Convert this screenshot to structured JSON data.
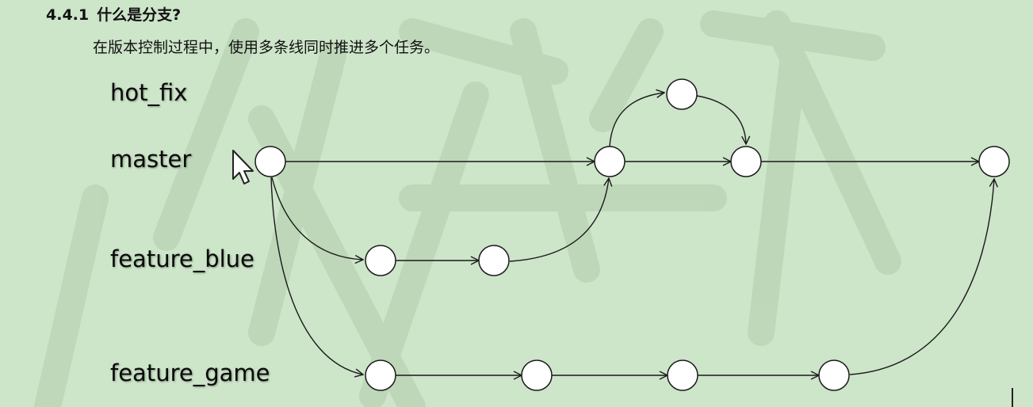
{
  "heading": {
    "number": "4.4.1",
    "title": "什么是分支?"
  },
  "description": "在版本控制过程中，使用多条线同时推进多个任务。",
  "branches": [
    {
      "id": "hot_fix",
      "label": "hot_fix"
    },
    {
      "id": "master",
      "label": "master"
    },
    {
      "id": "feature_blue",
      "label": "feature_blue"
    },
    {
      "id": "feature_game",
      "label": "feature_game"
    }
  ],
  "nodes": [
    {
      "id": "m1",
      "branch": "master",
      "order": 1
    },
    {
      "id": "m2",
      "branch": "master",
      "order": 2
    },
    {
      "id": "m3",
      "branch": "master",
      "order": 3
    },
    {
      "id": "m4",
      "branch": "master",
      "order": 4
    },
    {
      "id": "h1",
      "branch": "hot_fix",
      "order": 1
    },
    {
      "id": "b1",
      "branch": "feature_blue",
      "order": 1
    },
    {
      "id": "b2",
      "branch": "feature_blue",
      "order": 2
    },
    {
      "id": "g1",
      "branch": "feature_game",
      "order": 1
    },
    {
      "id": "g2",
      "branch": "feature_game",
      "order": 2
    },
    {
      "id": "g3",
      "branch": "feature_game",
      "order": 3
    },
    {
      "id": "g4",
      "branch": "feature_game",
      "order": 4
    }
  ],
  "edges": [
    {
      "from": "m1",
      "to": "m2"
    },
    {
      "from": "m2",
      "to": "m3"
    },
    {
      "from": "m3",
      "to": "m4"
    },
    {
      "from": "m2",
      "to": "h1"
    },
    {
      "from": "h1",
      "to": "m3"
    },
    {
      "from": "m1",
      "to": "b1"
    },
    {
      "from": "b1",
      "to": "b2"
    },
    {
      "from": "b2",
      "to": "m2"
    },
    {
      "from": "m1",
      "to": "g1"
    },
    {
      "from": "g1",
      "to": "g2"
    },
    {
      "from": "g2",
      "to": "g3"
    },
    {
      "from": "g3",
      "to": "g4"
    },
    {
      "from": "g4",
      "to": "m4"
    }
  ],
  "colors": {
    "background": "#cde5c9",
    "node_fill": "#ffffff",
    "stroke": "#1a1a1a",
    "watermark": "#b9d3b4"
  }
}
